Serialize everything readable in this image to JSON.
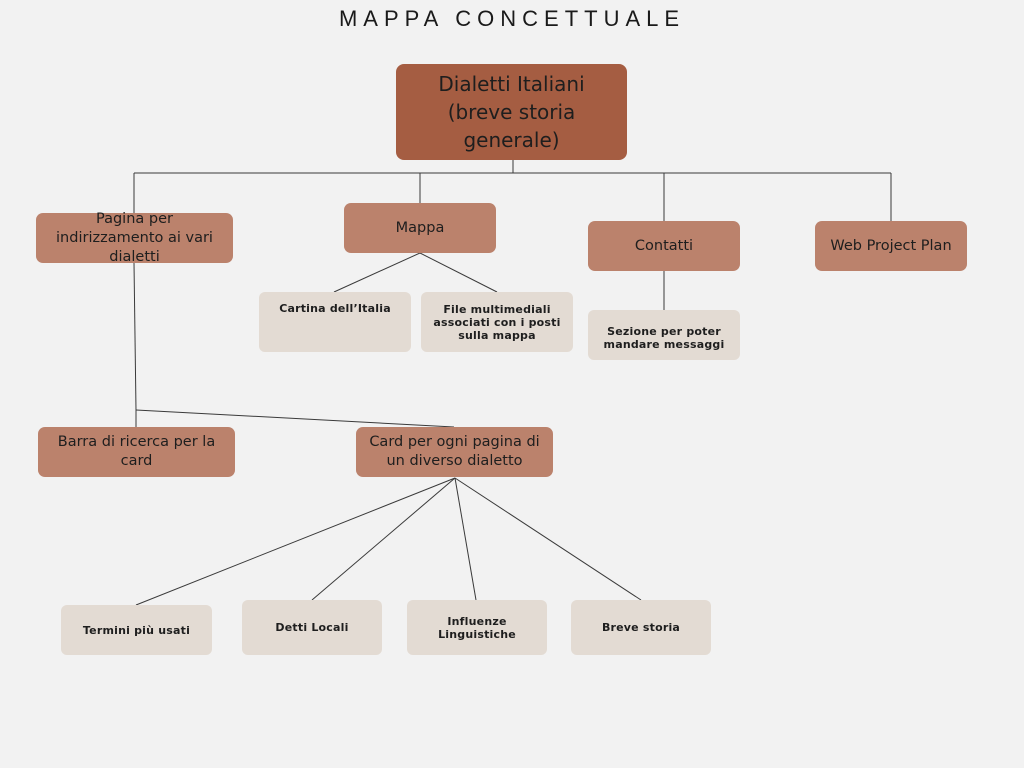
{
  "title": "MAPPA CONCETTUALE",
  "root": "Dialetti Italiani (breve storia generale)",
  "level1": {
    "pagina": "Pagina per indirizzamento ai vari dialetti",
    "mappa": "Mappa",
    "contatti": "Contatti",
    "webplan": "Web Project Plan"
  },
  "mappa_children": {
    "cartina": "Cartina dell’Italia",
    "file": "File multimediali associati con i posti sulla mappa"
  },
  "contatti_children": {
    "sezione": "Sezione per poter mandare messaggi"
  },
  "pagina_children": {
    "barra": "Barra di ricerca per la card",
    "card": "Card per ogni pagina di un diverso dialetto"
  },
  "card_children": {
    "termini": "Termini più usati",
    "detti": "Detti Locali",
    "influenze": "Influenze Linguistiche",
    "storia": "Breve storia"
  },
  "colors": {
    "root": "#a55d42",
    "node": "#bb826c",
    "leaf": "#e3dbd3",
    "line": "#3a3a3a"
  }
}
